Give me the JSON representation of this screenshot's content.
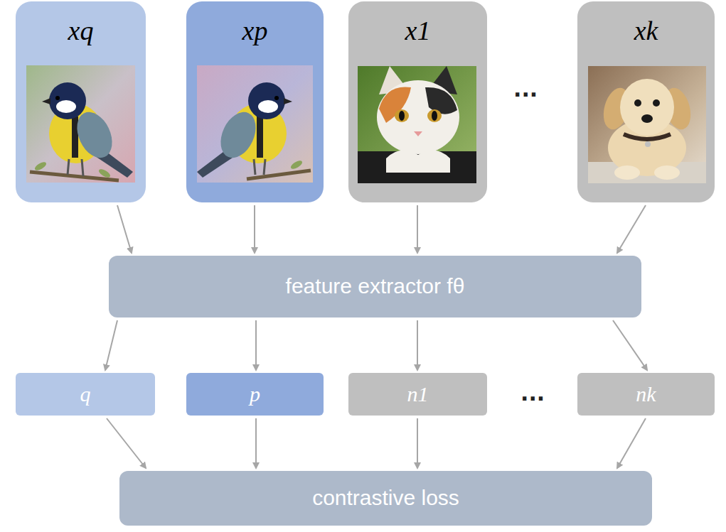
{
  "diagram": {
    "nodes": [
      {
        "text": [
          "xq"
        ]
      },
      {
        "text": [
          "xp"
        ]
      },
      {
        "text": [
          "x1"
        ]
      },
      {
        "text": [
          "xk"
        ]
      },
      {
        "text": [
          "feature extractor fθ"
        ]
      },
      {
        "text": [
          "q"
        ]
      },
      {
        "text": [
          "p"
        ]
      },
      {
        "text": [
          "n1"
        ]
      },
      {
        "text": [
          "nk"
        ]
      },
      {
        "text": [
          "contrastive loss"
        ]
      }
    ],
    "edges": [
      {
        "from": 0,
        "to": 4,
        "arrow": "to"
      },
      {
        "from": 1,
        "to": 4,
        "arrow": "to"
      },
      {
        "from": 2,
        "to": 4,
        "arrow": "to"
      },
      {
        "from": 3,
        "to": 4,
        "arrow": "to"
      },
      {
        "from": 4,
        "to": 5,
        "arrow": "to"
      },
      {
        "from": 4,
        "to": 6,
        "arrow": "to"
      },
      {
        "from": 4,
        "to": 7,
        "arrow": "to"
      },
      {
        "from": 4,
        "to": 8,
        "arrow": "to"
      },
      {
        "from": 5,
        "to": 9,
        "arrow": "to"
      },
      {
        "from": 6,
        "to": 9,
        "arrow": "to"
      },
      {
        "from": 7,
        "to": 9,
        "arrow": "to"
      },
      {
        "from": 8,
        "to": 9,
        "arrow": "to"
      }
    ],
    "labels": [
      "...",
      "..."
    ]
  }
}
